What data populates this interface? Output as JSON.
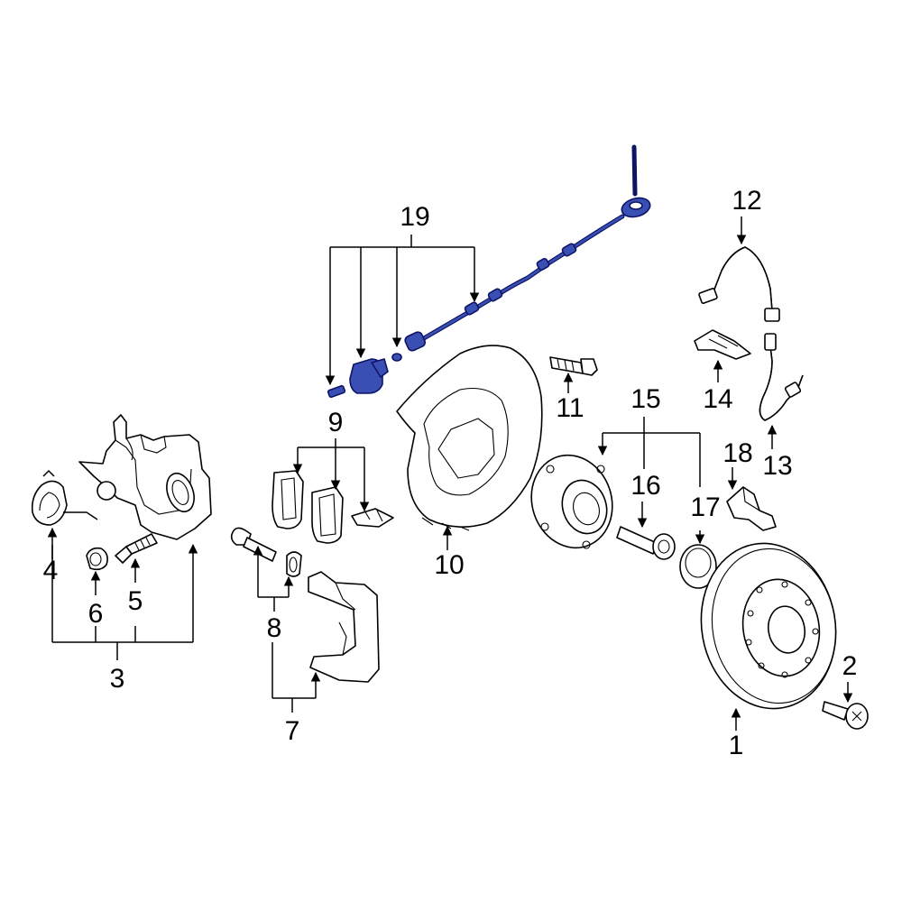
{
  "diagram": {
    "highlight_color": "#3a4fb4",
    "callouts": {
      "c1": "1",
      "c2": "2",
      "c3": "3",
      "c4": "4",
      "c5": "5",
      "c6": "6",
      "c7": "7",
      "c8": "8",
      "c9": "9",
      "c10": "10",
      "c11": "11",
      "c12": "12",
      "c13": "13",
      "c14": "14",
      "c15": "15",
      "c16": "16",
      "c17": "17",
      "c18": "18",
      "c19": "19"
    }
  }
}
